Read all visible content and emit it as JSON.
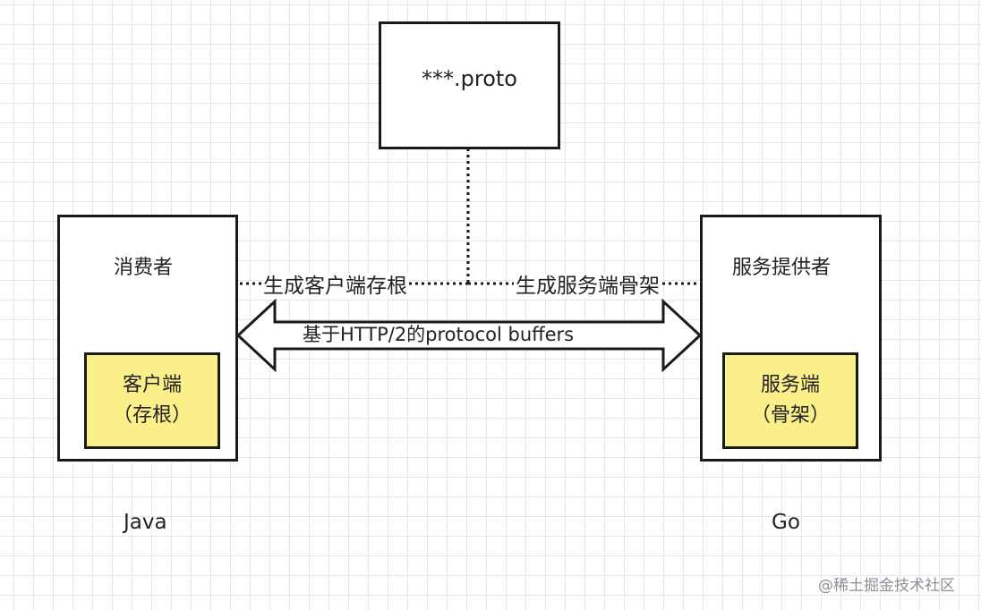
{
  "proto_box": {
    "label": "***.proto"
  },
  "consumer": {
    "title": "消费者",
    "inner_line1": "客户端",
    "inner_line2": "（存根）",
    "language": "Java"
  },
  "provider": {
    "title": "服务提供者",
    "inner_line1": "服务端",
    "inner_line2": "（骨架）",
    "language": "Go"
  },
  "edges": {
    "generate_client": "生成客户端存根",
    "generate_server": "生成服务端骨架",
    "transport": "基于HTTP/2的protocol buffers"
  },
  "watermark": "@稀土掘金技术社区",
  "colors": {
    "stroke": "#1a1a1a",
    "highlight": "#fbef8a",
    "grid": "#e6e6e6"
  }
}
